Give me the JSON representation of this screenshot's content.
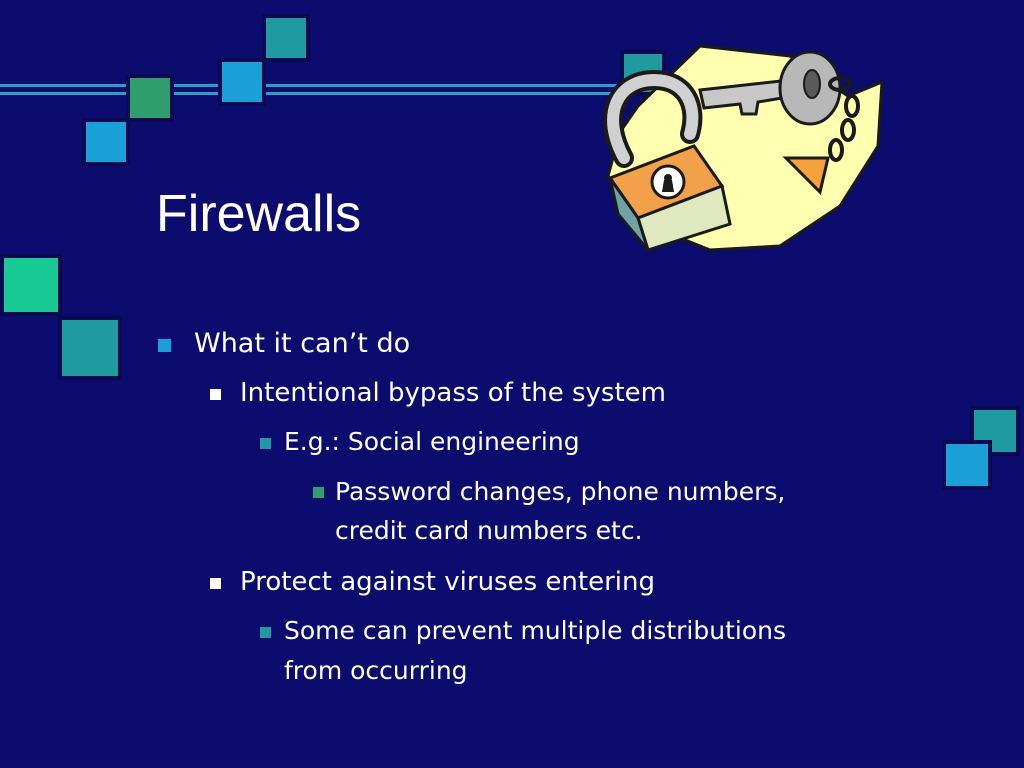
{
  "slide": {
    "title": "Firewalls",
    "bullets": [
      {
        "level": 1,
        "text": "What it can’t do"
      },
      {
        "level": 2,
        "text": "Intentional bypass of the system"
      },
      {
        "level": 3,
        "text": "E.g.: Social engineering"
      },
      {
        "level": 4,
        "lines": [
          "Password changes, phone numbers,",
          "credit card numbers etc."
        ]
      },
      {
        "level": 2,
        "text": "Protect against viruses entering"
      },
      {
        "level": 3,
        "lines": [
          "Some can prevent multiple distributions",
          "from occurring"
        ]
      }
    ]
  },
  "colors": {
    "background": "#0c0c6e",
    "text": "#ffffff",
    "bullet_level1": "#1aa0d6",
    "bullet_level2": "#ffffff",
    "bullet_level3": "#1f9aa0",
    "bullet_level4": "#2e9e6e"
  },
  "clipart": {
    "icon": "padlock-and-key-icon"
  }
}
